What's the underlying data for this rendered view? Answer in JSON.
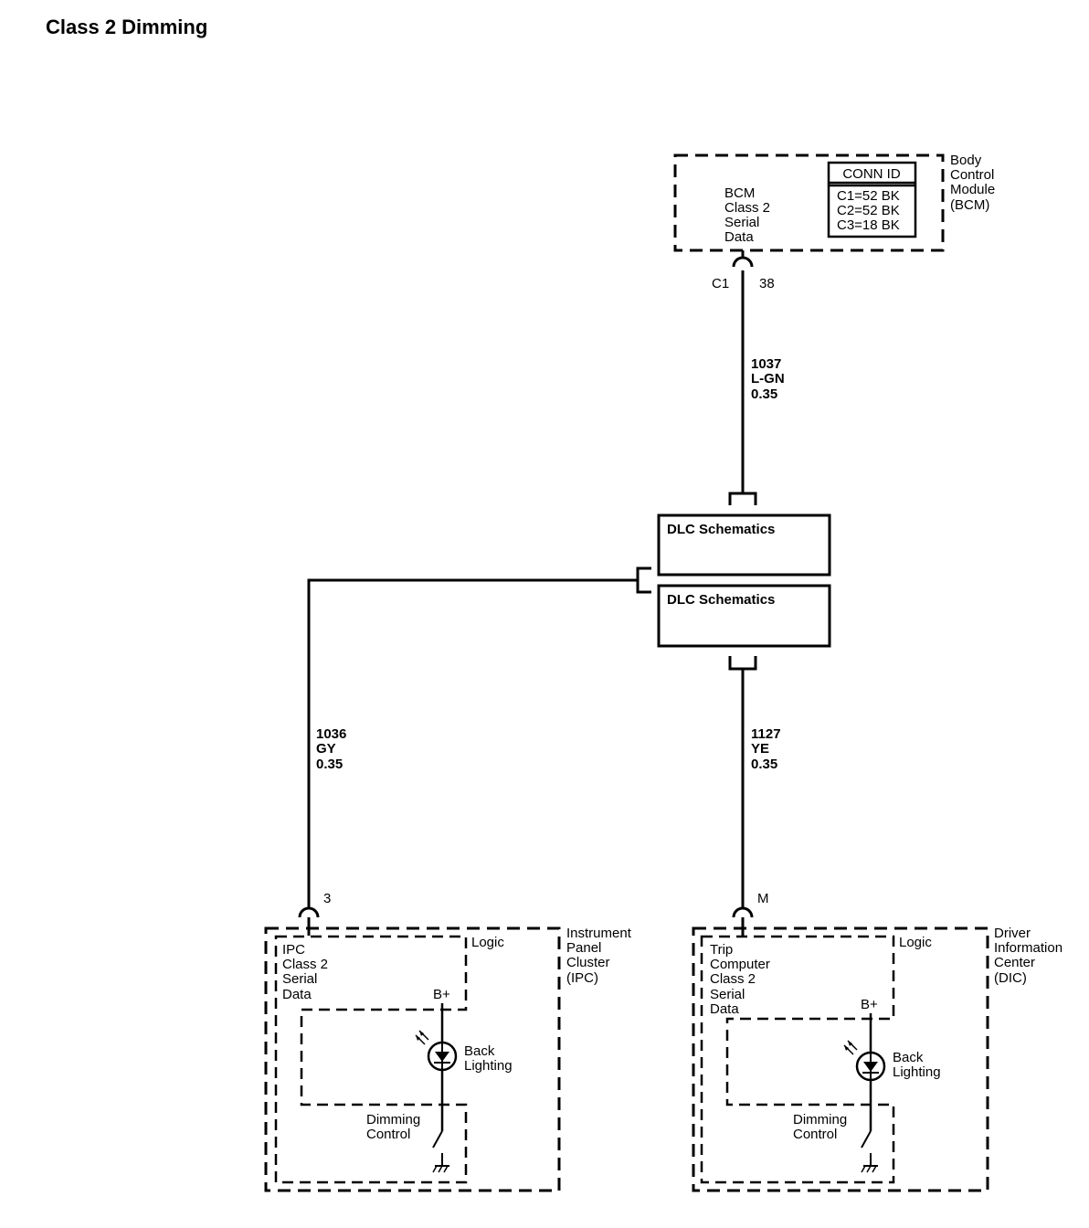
{
  "title": "Class 2 Dimming",
  "bcm": {
    "name_lines": [
      "Body",
      "Control",
      "Module",
      "(BCM)"
    ],
    "circuit_lines": [
      "BCM",
      "Class 2",
      "Serial",
      "Data"
    ],
    "conn_header": "CONN ID",
    "conn_rows": [
      "C1=52 BK",
      "C2=52 BK",
      "C3=18 BK"
    ],
    "connector": "C1",
    "pin": "38"
  },
  "wire_bcm": {
    "number": "1037",
    "color": "L-GN",
    "size": "0.35"
  },
  "dlc": {
    "top_label": "DLC Schematics",
    "bottom_label": "DLC Schematics"
  },
  "wire_ipc": {
    "number": "1036",
    "color": "GY",
    "size": "0.35"
  },
  "wire_dic": {
    "number": "1127",
    "color": "YE",
    "size": "0.35"
  },
  "ipc": {
    "pin": "3",
    "name_lines": [
      "Instrument",
      "Panel",
      "Cluster",
      "(IPC)"
    ],
    "circuit_lines": [
      "IPC",
      "Class 2",
      "Serial",
      "Data"
    ],
    "logic": "Logic",
    "bplus": "B+",
    "lamp_lines": [
      "Back",
      "Lighting"
    ],
    "dimming_lines": [
      "Dimming",
      "Control"
    ]
  },
  "dic": {
    "pin": "M",
    "name_lines": [
      "Driver",
      "Information",
      "Center",
      "(DIC)"
    ],
    "circuit_lines": [
      "Trip",
      "Computer",
      "Class 2",
      "Serial",
      "Data"
    ],
    "logic": "Logic",
    "bplus": "B+",
    "lamp_lines": [
      "Back",
      "Lighting"
    ],
    "dimming_lines": [
      "Dimming",
      "Control"
    ]
  }
}
